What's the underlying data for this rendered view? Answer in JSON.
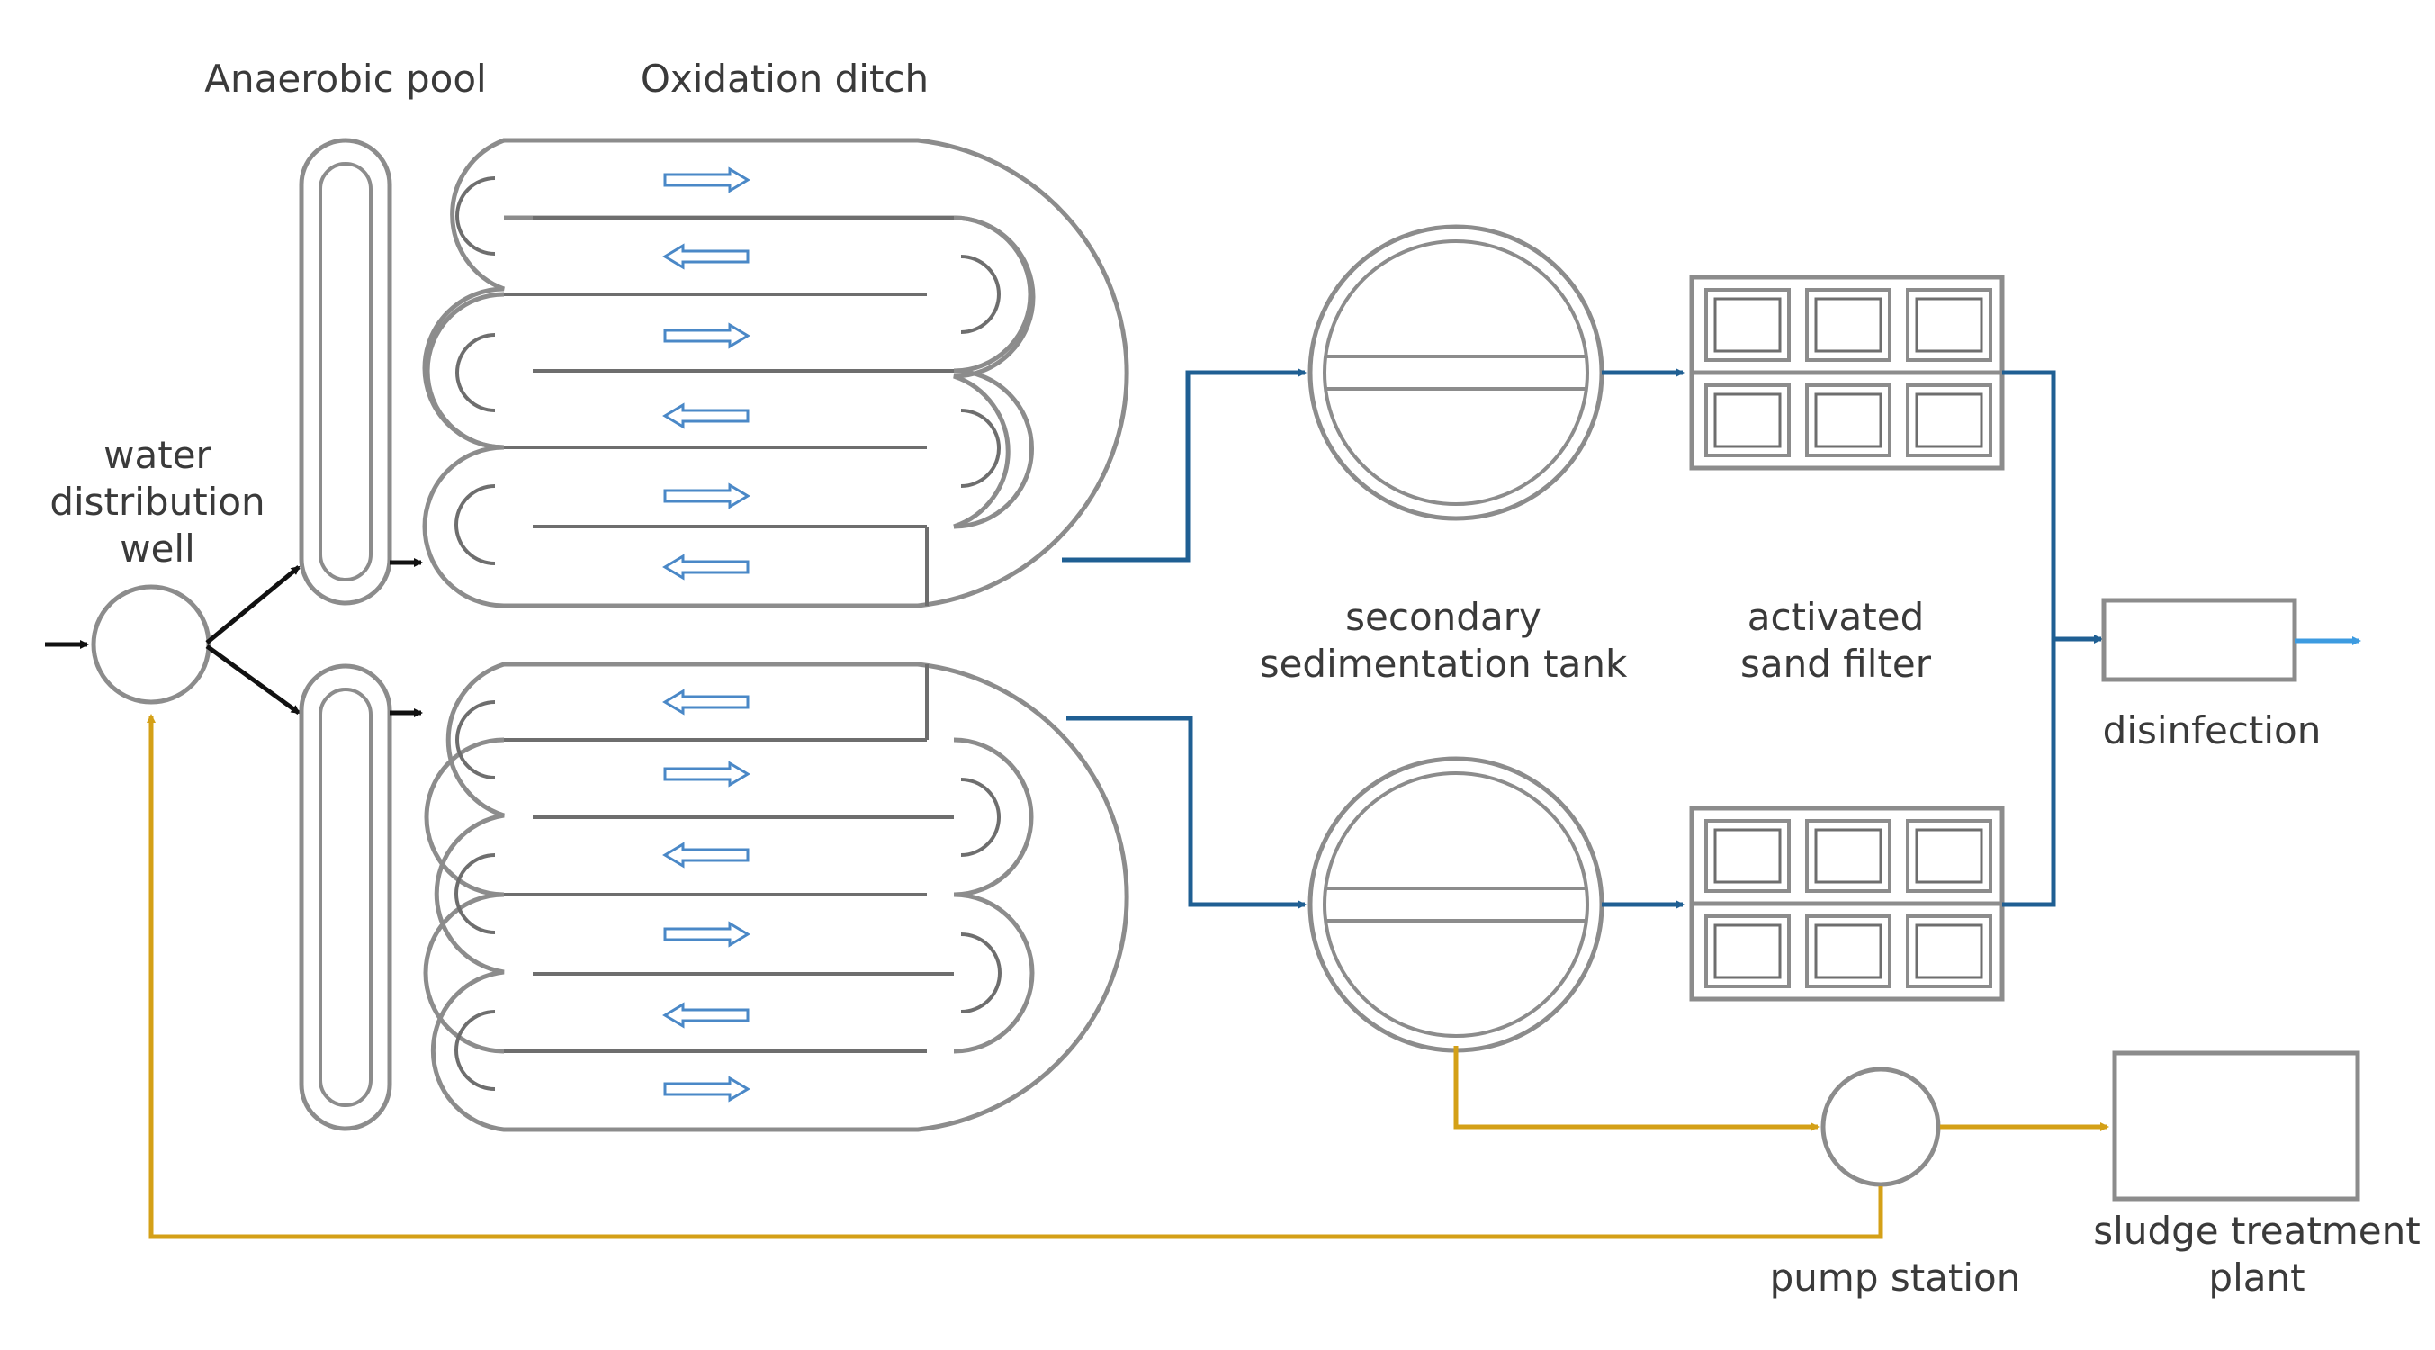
{
  "labels": {
    "anaerobic_pool": "Anaerobic pool",
    "oxidation_ditch": "Oxidation ditch",
    "water_distribution_well": [
      "water",
      "distribution",
      "well"
    ],
    "secondary_sedimentation_tank": [
      "secondary",
      "sedimentation tank"
    ],
    "activated_sand_filter": [
      "activated",
      "sand filter"
    ],
    "disinfection": "disinfection",
    "pump_station": "pump station",
    "sludge_treatment_plant": [
      "sludge treatment",
      "plant"
    ]
  },
  "colors": {
    "water_line": "#1f5f93",
    "effluent_line": "#3d9be0",
    "sludge_line": "#d4a017",
    "black_line": "#111111",
    "tank_outline": "#8c8c8c",
    "flow_arrow": "#4a88c7"
  },
  "icons": {
    "flow_direction": "double-arrow-icon"
  }
}
